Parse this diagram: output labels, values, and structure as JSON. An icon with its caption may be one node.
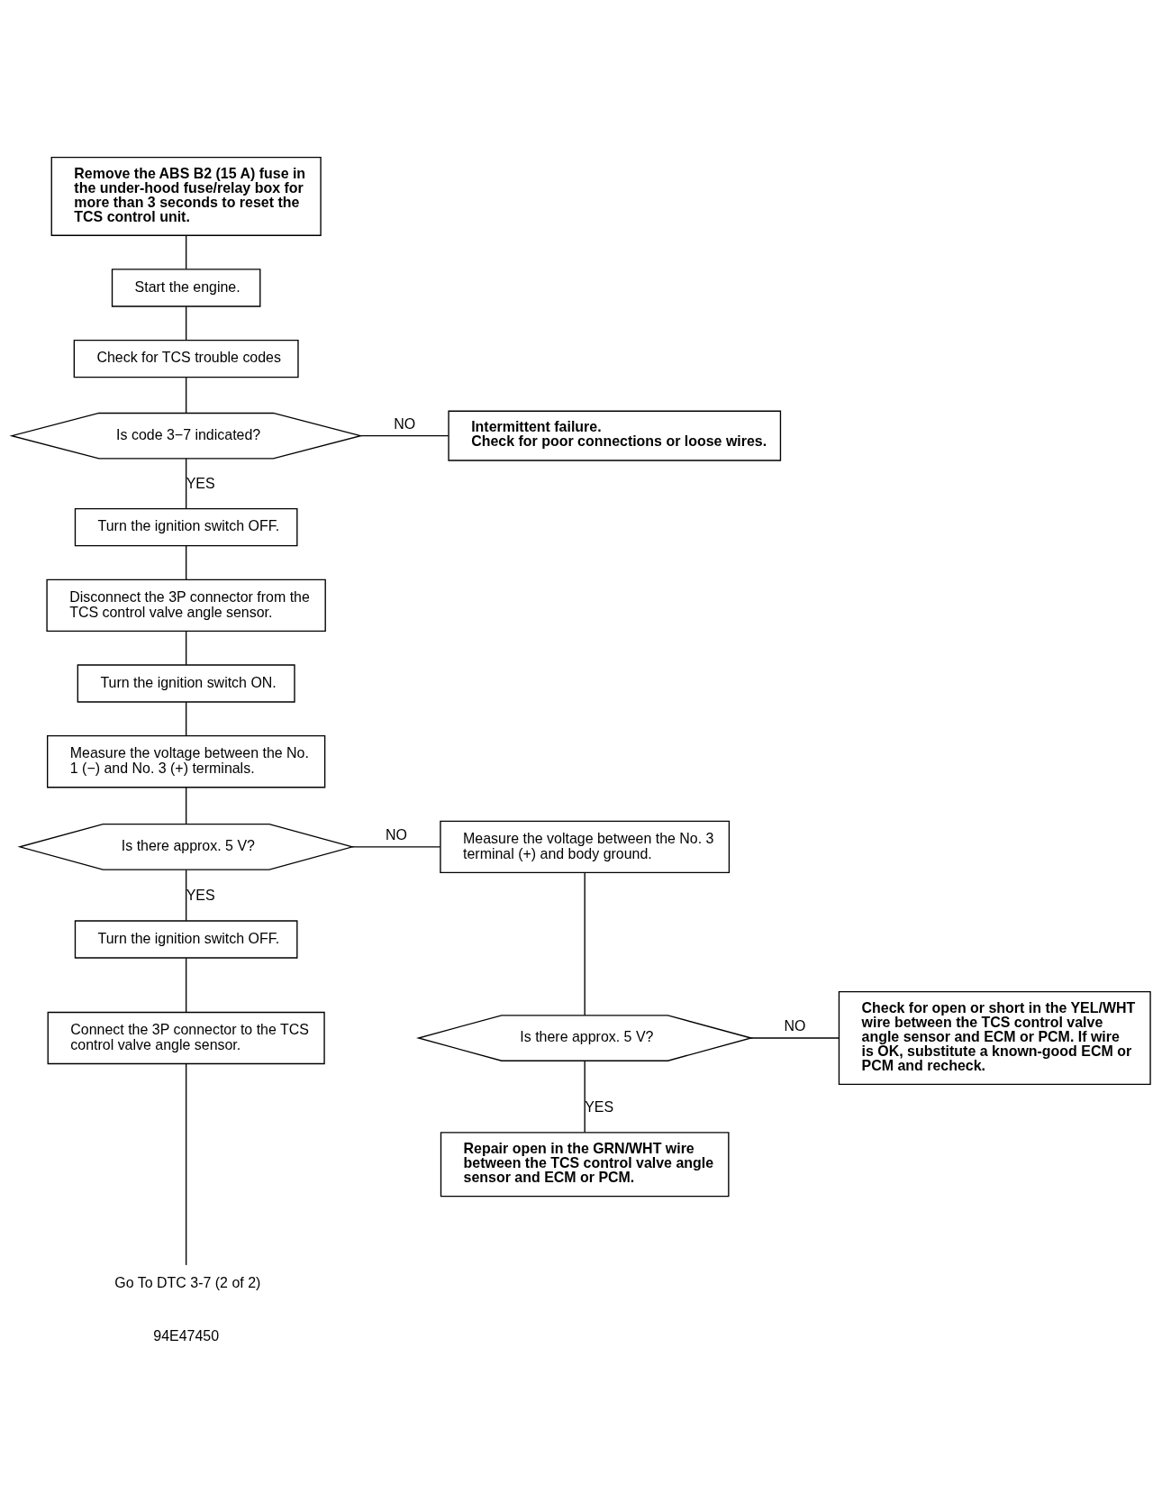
{
  "diagram": {
    "nodes": [
      {
        "text": [
          "Remove the ABS B2 (15 A) fuse in the under-hood fuse/relay box for more than 3 seconds to reset the TCS control unit."
        ]
      },
      {
        "text": [
          "Start the engine."
        ]
      },
      {
        "text": [
          "Check for TCS trouble codes"
        ]
      },
      {
        "text": [
          "Is code 3−7 indicated?"
        ]
      },
      {
        "text": [
          "Intermittent failure.",
          "Check for poor connections or loose wires."
        ]
      },
      {
        "text": [
          "Turn the ignition switch OFF."
        ]
      },
      {
        "text": [
          "Disconnect the 3P connector from the TCS control valve angle sensor."
        ]
      },
      {
        "text": [
          "Turn the ignition switch ON."
        ]
      },
      {
        "text": [
          "Measure the voltage between the No. 1 (−) and No. 3 (+) terminals."
        ]
      },
      {
        "text": [
          "Is there approx. 5 V?"
        ]
      },
      {
        "text": [
          "Measure the voltage between the No. 3 terminal (+) and body ground."
        ]
      },
      {
        "text": [
          "Turn the ignition switch OFF."
        ]
      },
      {
        "text": [
          "Connect the 3P connector to the TCS control valve angle sensor."
        ]
      },
      {
        "text": [
          "Is there approx. 5 V?"
        ]
      },
      {
        "text": [
          "Check for open or short in the YEL/WHT wire between the TCS control valve angle sensor and ECM or PCM. If wire is OK, substitute a known-good ECM or PCM and recheck."
        ]
      },
      {
        "text": [
          "Repair open in the GRN/WHT wire between the TCS control valve angle sensor and ECM or PCM."
        ]
      },
      {
        "text": [
          "Go To DTC 3-7 (2 of 2)"
        ]
      }
    ],
    "edges": [
      {
        "from": 0,
        "to": 1,
        "arrow": "none"
      },
      {
        "from": 1,
        "to": 2,
        "arrow": "none"
      },
      {
        "from": 2,
        "to": 3,
        "arrow": "none"
      },
      {
        "from": 3,
        "to": 4,
        "arrow": "none",
        "label": "NO"
      },
      {
        "from": 3,
        "to": 5,
        "arrow": "none",
        "label": "YES"
      },
      {
        "from": 5,
        "to": 6,
        "arrow": "none"
      },
      {
        "from": 6,
        "to": 7,
        "arrow": "none"
      },
      {
        "from": 7,
        "to": 8,
        "arrow": "none"
      },
      {
        "from": 8,
        "to": 9,
        "arrow": "none"
      },
      {
        "from": 9,
        "to": 10,
        "arrow": "none",
        "label": "NO"
      },
      {
        "from": 9,
        "to": 11,
        "arrow": "none",
        "label": "YES"
      },
      {
        "from": 11,
        "to": 12,
        "arrow": "none"
      },
      {
        "from": 12,
        "to": 16,
        "arrow": "none"
      },
      {
        "from": 10,
        "to": 13,
        "arrow": "none"
      },
      {
        "from": 13,
        "to": 14,
        "arrow": "none",
        "label": "NO"
      },
      {
        "from": 13,
        "to": 15,
        "arrow": "none",
        "label": "YES"
      }
    ],
    "labels": [
      "94E47450"
    ]
  }
}
